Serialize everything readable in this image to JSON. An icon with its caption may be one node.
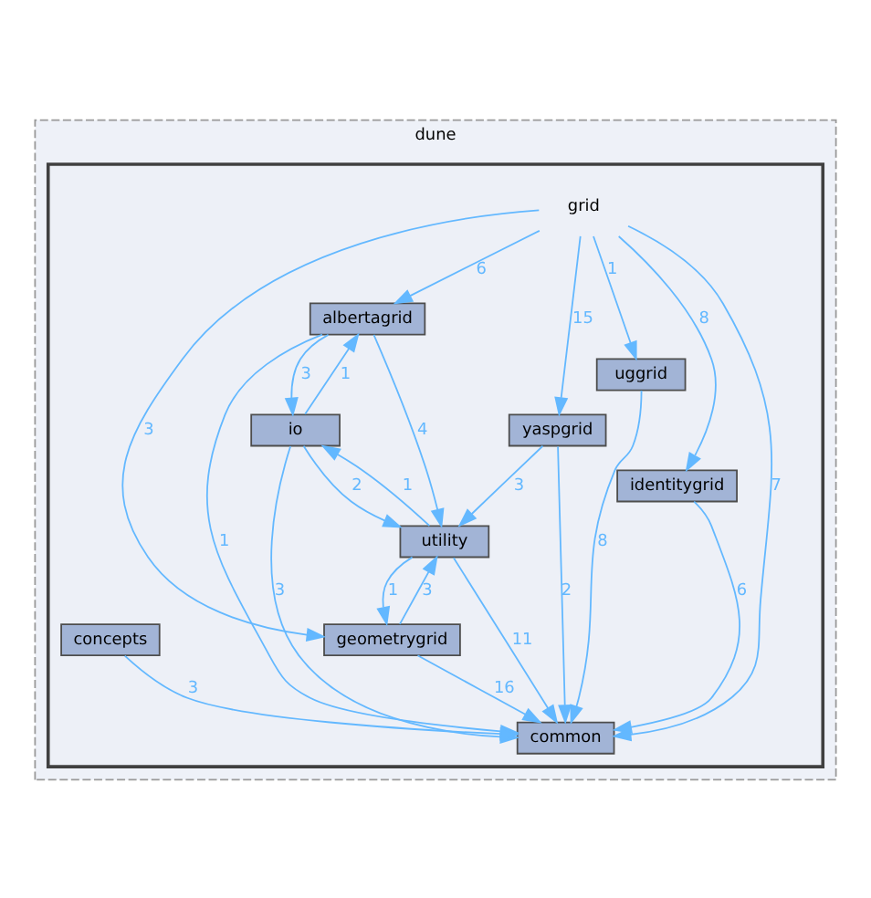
{
  "diagram": {
    "nodes": [
      {
        "text": [
          "dune"
        ]
      },
      {
        "text": [
          "grid"
        ],
        "in": 0
      },
      {
        "text": [
          "albertagrid"
        ],
        "in": 1
      },
      {
        "text": [
          "uggrid"
        ],
        "in": 1
      },
      {
        "text": [
          "io"
        ],
        "in": 1
      },
      {
        "text": [
          "yaspgrid"
        ],
        "in": 1
      },
      {
        "text": [
          "utility"
        ],
        "in": 1
      },
      {
        "text": [
          "identitygrid"
        ],
        "in": 1
      },
      {
        "text": [
          "concepts"
        ],
        "in": 1
      },
      {
        "text": [
          "geometrygrid"
        ],
        "in": 1
      },
      {
        "text": [
          "common"
        ],
        "in": 1
      }
    ],
    "edges": [
      {
        "from": 1,
        "to": 2,
        "arrow": "to",
        "label": "6"
      },
      {
        "from": 1,
        "to": 3,
        "arrow": "to",
        "label": "1"
      },
      {
        "from": 1,
        "to": 5,
        "arrow": "to",
        "label": "15"
      },
      {
        "from": 1,
        "to": 7,
        "arrow": "to",
        "label": "8"
      },
      {
        "from": 1,
        "to": 9,
        "arrow": "to",
        "label": "3"
      },
      {
        "from": 1,
        "to": 10,
        "arrow": "to",
        "label": "7"
      },
      {
        "from": 2,
        "to": 4,
        "arrow": "to",
        "label": "3"
      },
      {
        "from": 4,
        "to": 2,
        "arrow": "to",
        "label": "1"
      },
      {
        "from": 2,
        "to": 6,
        "arrow": "to",
        "label": "4"
      },
      {
        "from": 2,
        "to": 10,
        "arrow": "to",
        "label": "1"
      },
      {
        "from": 4,
        "to": 6,
        "arrow": "to",
        "label": "2"
      },
      {
        "from": 6,
        "to": 4,
        "arrow": "to",
        "label": "1"
      },
      {
        "from": 4,
        "to": 10,
        "arrow": "to",
        "label": "3"
      },
      {
        "from": 5,
        "to": 6,
        "arrow": "to",
        "label": "3"
      },
      {
        "from": 5,
        "to": 10,
        "arrow": "to",
        "label": "2"
      },
      {
        "from": 6,
        "to": 9,
        "arrow": "to",
        "label": "1"
      },
      {
        "from": 9,
        "to": 6,
        "arrow": "to",
        "label": "3"
      },
      {
        "from": 6,
        "to": 10,
        "arrow": "to",
        "label": "11"
      },
      {
        "from": 7,
        "to": 10,
        "arrow": "to",
        "label": "6"
      },
      {
        "from": 3,
        "to": 10,
        "arrow": "to",
        "label": "8"
      },
      {
        "from": 8,
        "to": 10,
        "arrow": "to",
        "label": "3"
      },
      {
        "from": 9,
        "to": 10,
        "arrow": "to",
        "label": "16"
      }
    ]
  }
}
